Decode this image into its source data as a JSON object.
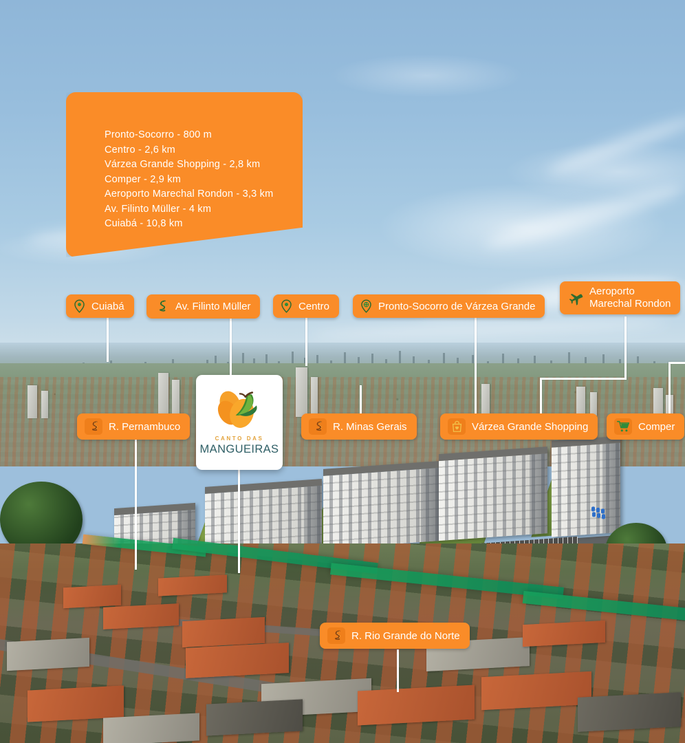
{
  "infobox": {
    "lines": [
      "Pronto-Socorro - 800 m",
      "Centro - 2,6 km",
      "Várzea Grande Shopping - 2,8 km",
      "Comper - 2,9 km",
      "Aeroporto Marechal Rondon - 3,3 km",
      "Av. Filinto Müller - 4 km",
      "Cuiabá - 10,8 km"
    ]
  },
  "colors": {
    "orange": "#FA8C28",
    "icon_green": "#2F6B2F",
    "icon_tile": "#EF7F1B",
    "logo_teal": "#2F5F66",
    "logo_gold": "#E3A33C",
    "connector": "#FFFFFF",
    "highlight_road_green": "#18A05C"
  },
  "pills": [
    {
      "id": "cuiaba",
      "label": "Cuiabá",
      "icon": "map-pin-icon"
    },
    {
      "id": "filinto-muller",
      "label": "Av. Filinto Müller",
      "icon": "winding-road-icon"
    },
    {
      "id": "centro",
      "label": "Centro",
      "icon": "map-pin-icon"
    },
    {
      "id": "pronto-socorro",
      "label": "Pronto-Socorro de Várzea Grande",
      "icon": "hospital-pin-icon"
    },
    {
      "id": "aeroporto",
      "label_line1": "Aeroporto",
      "label_line2": "Marechal Rondon",
      "icon": "airplane-icon"
    },
    {
      "id": "pernambuco",
      "label": "R. Pernambuco",
      "icon": "winding-road-icon"
    },
    {
      "id": "minas-gerais",
      "label": "R. Minas Gerais",
      "icon": "winding-road-icon"
    },
    {
      "id": "shopping",
      "label": "Várzea Grande Shopping",
      "icon": "shopping-bag-icon"
    },
    {
      "id": "comper",
      "label": "Comper",
      "icon": "shopping-cart-icon"
    },
    {
      "id": "rio-grande-norte",
      "label": "R. Rio Grande do Norte",
      "icon": "winding-road-icon"
    }
  ],
  "logo": {
    "tagline": "CANTO DAS",
    "name": "MANGUEIRAS",
    "mark": "mango-fruit-icon"
  }
}
